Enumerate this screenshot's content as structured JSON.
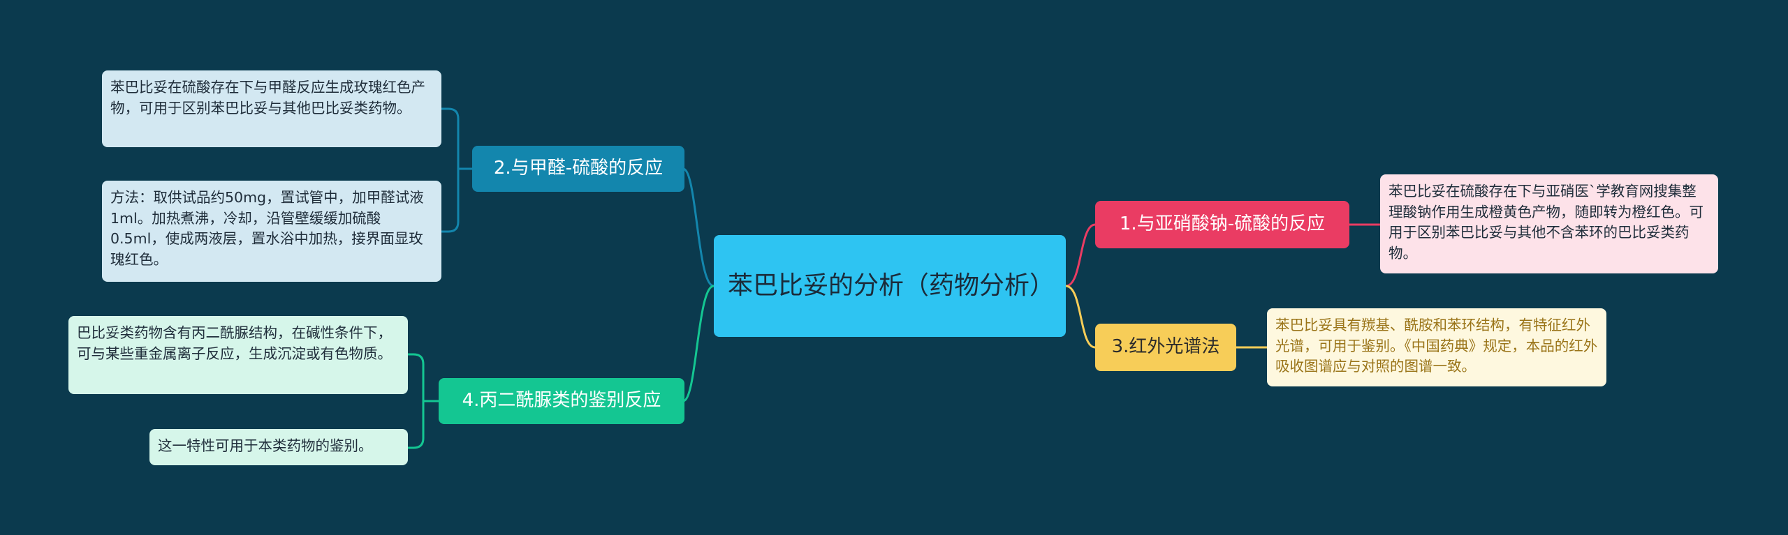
{
  "root": {
    "label": "苯巴比妥的分析（药物分析）"
  },
  "branches": {
    "b1": {
      "label": "1.与亚硝酸钠-硫酸的反应"
    },
    "b2": {
      "label": "2.与甲醛-硫酸的反应"
    },
    "b3": {
      "label": "3.红外光谱法"
    },
    "b4": {
      "label": "4.丙二酰脲类的鉴别反应"
    }
  },
  "leaves": {
    "b1_1": {
      "text": "苯巴比妥在硫酸存在下与亚硝医`学教育网搜集整理酸钠作用生成橙黄色产物，随即转为橙红色。可用于区别苯巴比妥与其他不含苯环的巴比妥类药物。"
    },
    "b2_1": {
      "text": "苯巴比妥在硫酸存在下与甲醛反应生成玫瑰红色产物，可用于区别苯巴比妥与其他巴比妥类药物。"
    },
    "b2_2": {
      "text": "方法：取供试品约50mg，置试管中，加甲醛试液1ml。加热煮沸，冷却，沿管壁缓缓加硫酸0.5ml，使成两液层，置水浴中加热，接界面显玫瑰红色。"
    },
    "b3_1": {
      "text": "苯巴比妥具有羰基、酰胺和苯环结构，有特征红外光谱，可用于鉴别。《中国药典》规定，本品的红外吸收图谱应与对照的图谱一致。"
    },
    "b4_1": {
      "text": "巴比妥类药物含有丙二酰脲结构，在碱性条件下，可与某些重金属离子反应，生成沉淀或有色物质。"
    },
    "b4_2": {
      "text": "这一特性可用于本类药物的鉴别。"
    }
  },
  "colors": {
    "background": "#0b3a4e",
    "root": "#2ec4f2",
    "branch1": "#ea3c63",
    "branch2": "#1386ad",
    "branch3": "#f7cd58",
    "branch4": "#14c692"
  }
}
